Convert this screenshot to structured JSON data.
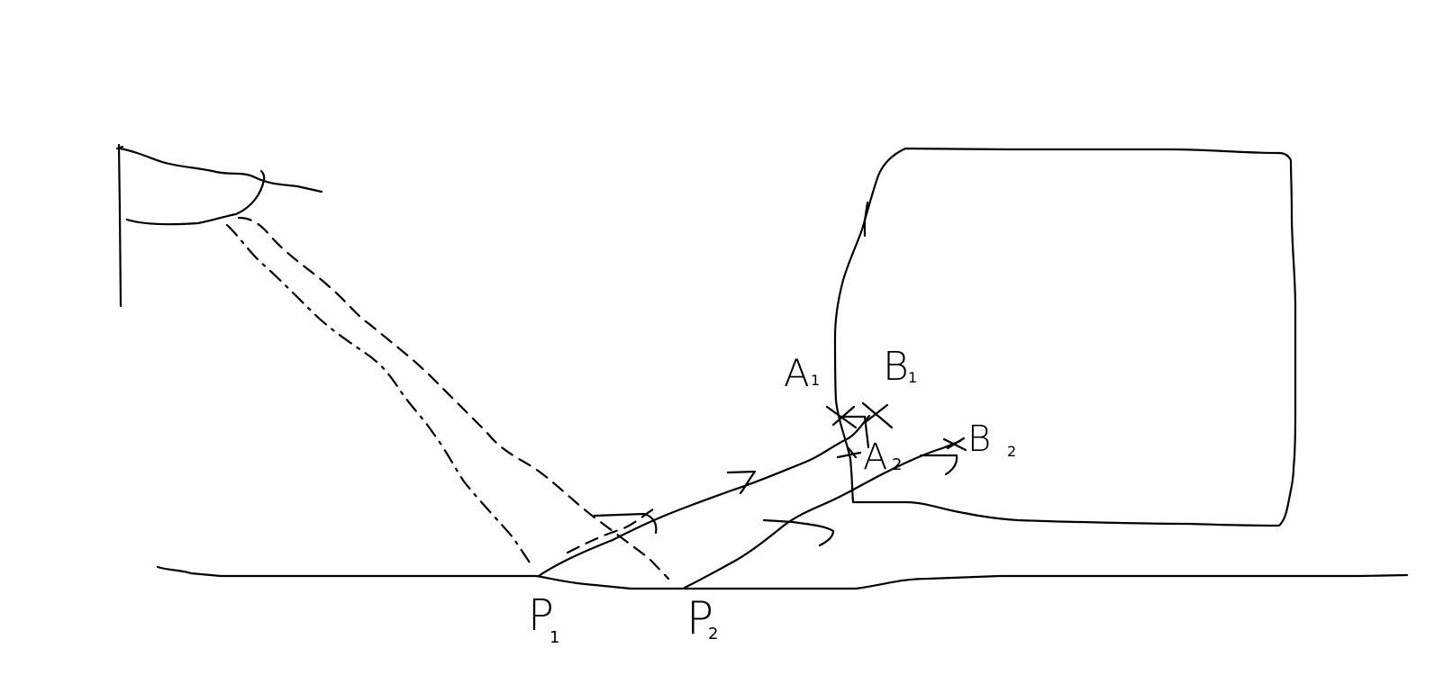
{
  "colors": {
    "background": "#ffffff",
    "ink": "#000000"
  },
  "labels": {
    "p1": {
      "main": "P",
      "sub": "1"
    },
    "p2": {
      "main": "P",
      "sub": "2"
    },
    "a1": {
      "main": "A",
      "sub": "1"
    },
    "b1": {
      "main": "B",
      "sub": "1"
    },
    "a2": {
      "main": "A",
      "sub": "2"
    },
    "b2": {
      "main": "B",
      "sub": "2"
    }
  }
}
